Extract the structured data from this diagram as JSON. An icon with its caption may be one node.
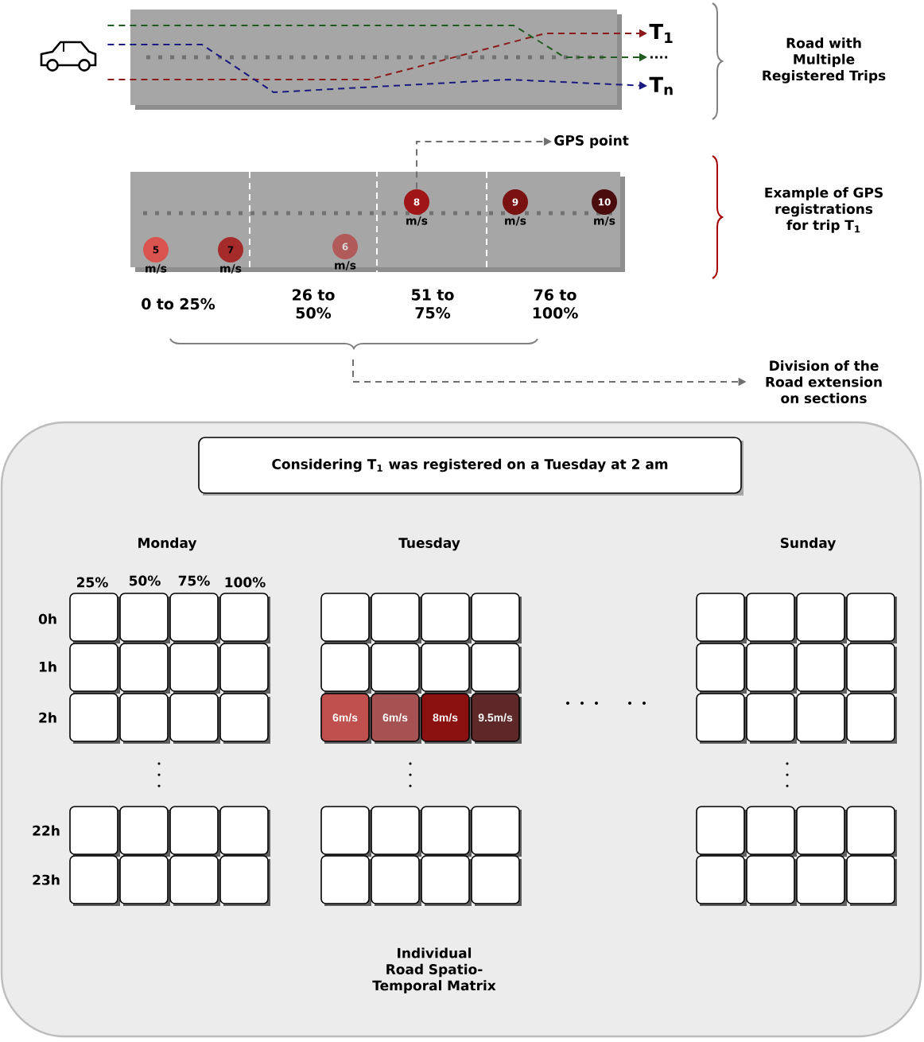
{
  "diagram": {
    "nodes": [
      {
        "text": [],
        "shape": "picture"
      },
      {
        "text": [
          "T$_{1}$"
        ]
      },
      {
        "text": [
          "...."
        ]
      },
      {
        "text": [
          "T$_{n}$"
        ]
      },
      {
        "text": [
          "GPS point"
        ]
      },
      {
        "text": [
          "5"
        ],
        "beside": [
          "m/s"
        ]
      },
      {
        "text": [
          "7"
        ],
        "beside": [
          "m/s"
        ]
      },
      {
        "text": [
          "6"
        ],
        "beside": [
          "m/s"
        ]
      },
      {
        "text": [
          "8"
        ],
        "beside": [
          "m/s"
        ]
      },
      {
        "text": [
          "9"
        ],
        "beside": [
          "m/s"
        ]
      },
      {
        "text": [
          "10"
        ],
        "beside": [
          "m/s"
        ]
      },
      {
        "text": [
          "Division of the Road extension on sections"
        ]
      },
      {
        "text": [
          "Individual Road Spatio-Temporal Matrix"
        ]
      },
      {
        "text": [
          "Considering T$_{1}$ was registered on a Tuesday at 2 am"
        ],
        "in": 12
      },
      {
        "text": [],
        "shape": "box",
        "in": 12
      },
      {
        "text": [],
        "shape": "box",
        "in": 12
      },
      {
        "text": [],
        "shape": "box",
        "in": 12
      },
      {
        "text": [],
        "shape": "box",
        "in": 12
      },
      {
        "text": [],
        "shape": "box",
        "in": 12
      },
      {
        "text": [],
        "shape": "box",
        "in": 12
      },
      {
        "text": [],
        "shape": "box",
        "in": 12
      },
      {
        "text": [],
        "shape": "box",
        "in": 12
      },
      {
        "text": [],
        "shape": "box",
        "in": 12
      },
      {
        "text": [],
        "shape": "box",
        "in": 12
      },
      {
        "text": [],
        "shape": "box",
        "in": 12
      },
      {
        "text": [],
        "shape": "box",
        "in": 12
      },
      {
        "text": [],
        "shape": "box",
        "in": 12
      },
      {
        "text": [],
        "shape": "box",
        "in": 12
      },
      {
        "text": [],
        "shape": "box",
        "in": 12
      },
      {
        "text": [],
        "shape": "box",
        "in": 12
      },
      {
        "text": [],
        "shape": "box",
        "in": 12
      },
      {
        "text": [],
        "shape": "box",
        "in": 12
      },
      {
        "text": [],
        "shape": "box",
        "in": 12
      },
      {
        "text": [],
        "shape": "box",
        "in": 12
      },
      {
        "text": [],
        "shape": "box",
        "in": 12
      },
      {
        "text": [],
        "shape": "box",
        "in": 12
      },
      {
        "text": [],
        "shape": "box",
        "in": 12
      },
      {
        "text": [],
        "shape": "box",
        "in": 12
      },
      {
        "text": [],
        "shape": "box",
        "in": 12
      },
      {
        "text": [],
        "shape": "box",
        "in": 12
      },
      {
        "text": [],
        "shape": "box",
        "in": 12
      },
      {
        "text": [],
        "shape": "box",
        "in": 12
      },
      {
        "text": [
          "6m/s"
        ],
        "in": 12
      },
      {
        "text": [
          "6m/s"
        ],
        "in": 12
      },
      {
        "text": [
          "8m/s"
        ],
        "in": 12
      },
      {
        "text": [
          "9.5m/s"
        ],
        "in": 12
      },
      {
        "text": [],
        "shape": "box",
        "in": 12
      },
      {
        "text": [],
        "shape": "box",
        "in": 12
      },
      {
        "text": [],
        "shape": "box",
        "in": 12
      },
      {
        "text": [],
        "shape": "box",
        "in": 12
      },
      {
        "text": [],
        "shape": "box",
        "in": 12
      },
      {
        "text": [],
        "shape": "box",
        "in": 12
      },
      {
        "text": [],
        "shape": "box",
        "in": 12
      },
      {
        "text": [],
        "shape": "box",
        "in": 12
      },
      {
        "text": [],
        "shape": "box",
        "in": 12
      },
      {
        "text": [],
        "shape": "box",
        "in": 12
      },
      {
        "text": [],
        "shape": "box",
        "in": 12
      },
      {
        "text": [],
        "shape": "box",
        "in": 12
      },
      {
        "text": [],
        "shape": "box",
        "in": 12
      },
      {
        "text": [],
        "shape": "box",
        "in": 12
      },
      {
        "text": [],
        "shape": "box",
        "in": 12
      },
      {
        "text": [],
        "shape": "box",
        "in": 12
      },
      {
        "text": [],
        "shape": "box",
        "in": 12
      },
      {
        "text": [],
        "shape": "box",
        "in": 12
      },
      {
        "text": [],
        "shape": "box",
        "in": 12
      },
      {
        "text": [],
        "shape": "box",
        "in": 12
      },
      {
        "text": [],
        "shape": "box",
        "in": 12
      },
      {
        "text": [],
        "shape": "box",
        "in": 12
      },
      {
        "text": [],
        "shape": "box",
        "in": 12
      },
      {
        "text": [],
        "shape": "box",
        "in": 12
      },
      {
        "text": [],
        "shape": "box",
        "in": 12
      },
      {
        "text": [],
        "shape": "box",
        "in": 12
      },
      {
        "text": [],
        "shape": "box",
        "in": 12
      },
      {
        "text": [],
        "shape": "box",
        "in": 12
      }
    ],
    "edges": [
      {
        "from": 0,
        "to": 1,
        "arrow": "to",
        "style": "dashed",
        "color": "#8b1a1a"
      },
      {
        "from": 0,
        "to": 2,
        "arrow": "to",
        "style": "dashed",
        "color": "#1f5c1f"
      },
      {
        "from": 0,
        "to": 3,
        "arrow": "to",
        "style": "dashed",
        "color": "#1a1a80"
      },
      {
        "from": 8,
        "to": 4,
        "arrow": "to",
        "style": "dashed",
        "color": "#707070"
      },
      {
        "from": null,
        "to": 11,
        "arrow": "to",
        "style": "dashed",
        "color": "#707070"
      }
    ],
    "labels": [
      "Road with Multiple Registered Trips",
      "Example of GPS registrations for trip T$_{1}$",
      "0 to 25%",
      "26 to 50%",
      "51 to 75%",
      "76 to 100%",
      "Monday",
      "Tuesday",
      "Sunday",
      "25%",
      "50%",
      "75%",
      "100%",
      "0h",
      "1h",
      "2h",
      "22h",
      "23h"
    ]
  }
}
